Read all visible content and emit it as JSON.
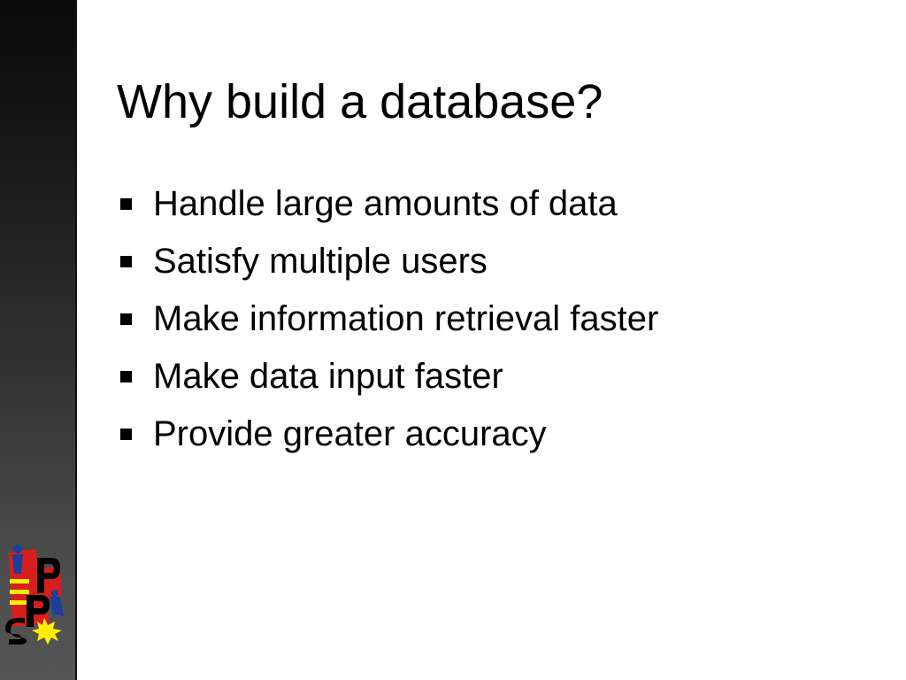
{
  "slide": {
    "title": "Why build a database?",
    "bullets": [
      "Handle large amounts of data",
      "Satisfy multiple users",
      "Make information retrieval faster",
      "Make data input faster",
      "Provide greater accuracy"
    ]
  },
  "logo": {
    "icon": "pps-logo-icon",
    "colors": {
      "red": "#d61e1e",
      "yellow": "#ffee00",
      "blue": "#1b3f9a",
      "black": "#000000"
    }
  }
}
